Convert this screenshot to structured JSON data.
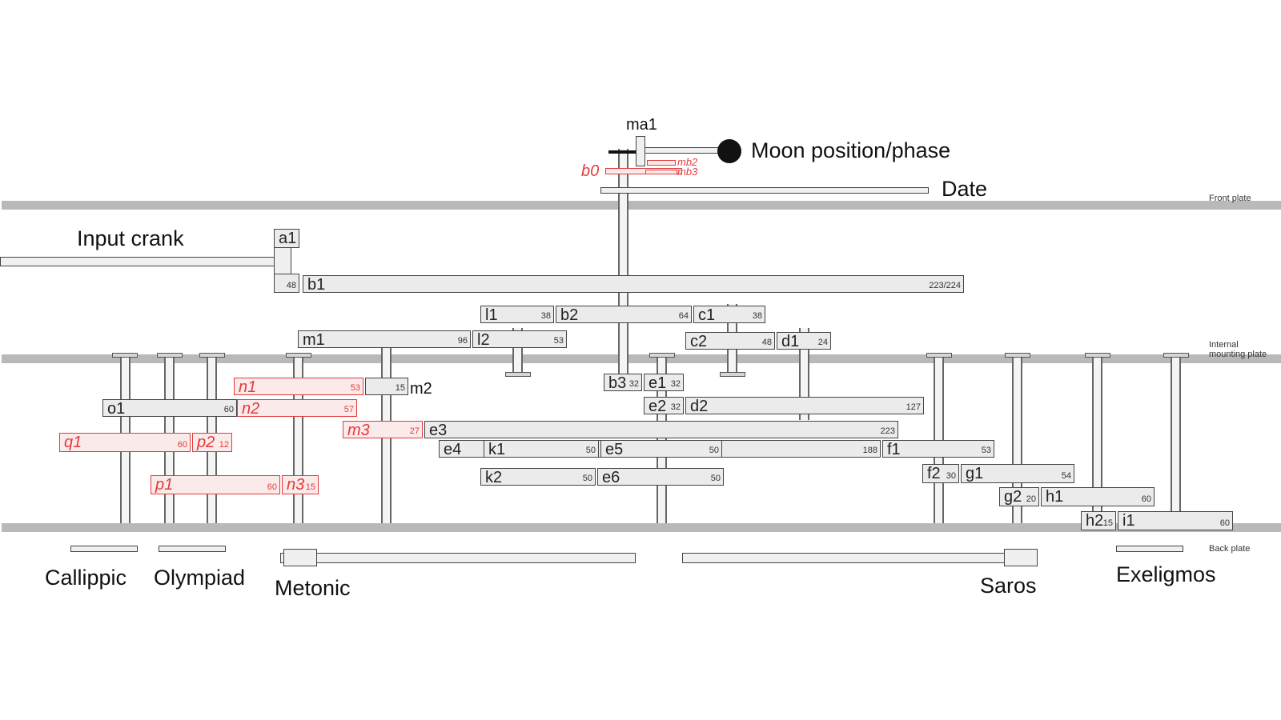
{
  "labels": {
    "moon": "Moon position/phase",
    "date": "Date",
    "input_crank": "Input crank",
    "callippic": "Callippic",
    "olympiad": "Olympiad",
    "metonic": "Metonic",
    "saros": "Saros",
    "exeligmos": "Exeligmos",
    "ma1": "ma1",
    "m2": "m2",
    "b0": "b0",
    "mb2": "mb2",
    "mb3": "mb3"
  },
  "plates": {
    "front": "Front plate",
    "internal_line1": "Internal",
    "internal_line2": "mounting plate",
    "back": "Back plate"
  },
  "gears": {
    "a1": {
      "name": "a1",
      "teeth": "48"
    },
    "b1": {
      "name": "b1",
      "teeth": "223/224"
    },
    "l1": {
      "name": "l1",
      "teeth": "38"
    },
    "b2": {
      "name": "b2",
      "teeth": "64"
    },
    "c1": {
      "name": "c1",
      "teeth": "38"
    },
    "m1": {
      "name": "m1",
      "teeth": "96"
    },
    "l2": {
      "name": "l2",
      "teeth": "53"
    },
    "c2": {
      "name": "c2",
      "teeth": "48"
    },
    "d1": {
      "name": "d1",
      "teeth": "24"
    },
    "n1": {
      "name": "n1",
      "teeth": "53"
    },
    "m2g": {
      "name": "",
      "teeth": "15"
    },
    "b3": {
      "name": "b3",
      "teeth": "32"
    },
    "e1": {
      "name": "e1",
      "teeth": "32"
    },
    "o1": {
      "name": "o1",
      "teeth": "60"
    },
    "n2": {
      "name": "n2",
      "teeth": "57"
    },
    "e2": {
      "name": "e2",
      "teeth": "32"
    },
    "d2": {
      "name": "d2",
      "teeth": "127"
    },
    "m3": {
      "name": "m3",
      "teeth": "27"
    },
    "e3": {
      "name": "e3",
      "teeth": "223"
    },
    "q1": {
      "name": "q1",
      "teeth": "60"
    },
    "p2": {
      "name": "p2",
      "teeth": "12"
    },
    "e4": {
      "name": "e4",
      "teeth": "188"
    },
    "k1": {
      "name": "k1",
      "teeth": "50"
    },
    "e5": {
      "name": "e5",
      "teeth": "50"
    },
    "f1": {
      "name": "f1",
      "teeth": "53"
    },
    "k2": {
      "name": "k2",
      "teeth": "50"
    },
    "e6": {
      "name": "e6",
      "teeth": "50"
    },
    "f2": {
      "name": "f2",
      "teeth": "30"
    },
    "g1": {
      "name": "g1",
      "teeth": "54"
    },
    "p1": {
      "name": "p1",
      "teeth": "60"
    },
    "n3": {
      "name": "n3",
      "teeth": "15"
    },
    "g2": {
      "name": "g2",
      "teeth": "20"
    },
    "h1": {
      "name": "h1",
      "teeth": "60"
    },
    "h2": {
      "name": "h2",
      "teeth": "15"
    },
    "i1": {
      "name": "i1",
      "teeth": "60"
    }
  },
  "colors": {
    "hypothetical_gear": "#e23b3b",
    "plate": "#b9b9b9",
    "gear_fill": "#ebebeb"
  }
}
